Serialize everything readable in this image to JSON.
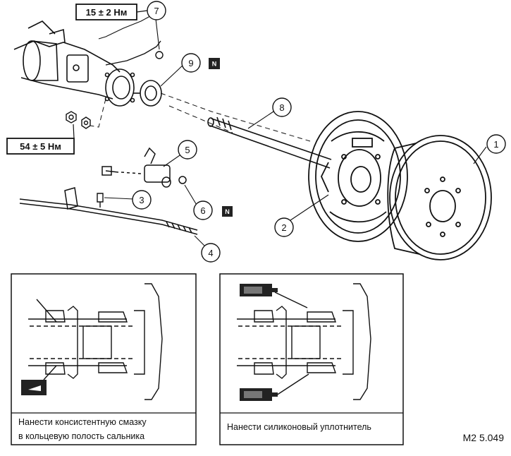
{
  "torque_labels": [
    {
      "id": "torque-top",
      "text": "15 ± 2 Нм"
    },
    {
      "id": "torque-left",
      "text": "54 ± 5 Нм"
    }
  ],
  "callouts": [
    "1",
    "2",
    "3",
    "4",
    "5",
    "6",
    "7",
    "8",
    "9"
  ],
  "badges": {
    "callout_9": "N",
    "callout_6": "N"
  },
  "panels": [
    {
      "caption_line1": "Нанести консистентную смазку",
      "caption_line2": "в кольцевую полость сальника"
    },
    {
      "caption_line1": "Нанести силиконовый уплотнитель"
    }
  ],
  "figure_id": "M2 5.049",
  "colors": {
    "line": "#111111",
    "badge": "#222222",
    "background": "#ffffff"
  }
}
